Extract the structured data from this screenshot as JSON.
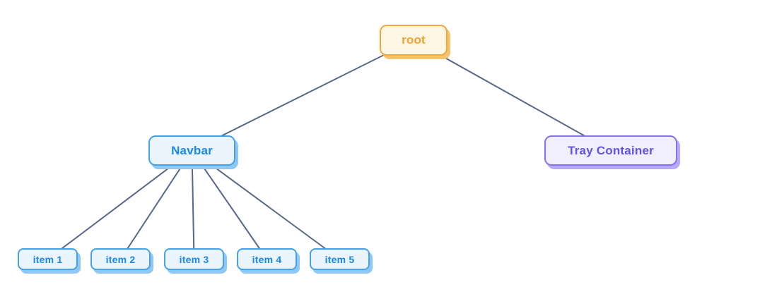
{
  "diagram": {
    "type": "tree",
    "nodes": [
      {
        "id": "root",
        "label": "root",
        "variant": "orange"
      },
      {
        "id": "navbar",
        "label": "Navbar",
        "variant": "blue"
      },
      {
        "id": "tray",
        "label": "Tray Container",
        "variant": "purple"
      },
      {
        "id": "item1",
        "label": "item 1",
        "variant": "blue"
      },
      {
        "id": "item2",
        "label": "item 2",
        "variant": "blue"
      },
      {
        "id": "item3",
        "label": "item 3",
        "variant": "blue"
      },
      {
        "id": "item4",
        "label": "item 4",
        "variant": "blue"
      },
      {
        "id": "item5",
        "label": "item 5",
        "variant": "blue"
      }
    ],
    "edges": [
      [
        "root",
        "navbar"
      ],
      [
        "root",
        "tray"
      ],
      [
        "navbar",
        "item1"
      ],
      [
        "navbar",
        "item2"
      ],
      [
        "navbar",
        "item3"
      ],
      [
        "navbar",
        "item4"
      ],
      [
        "navbar",
        "item5"
      ]
    ],
    "colors": {
      "orange": {
        "bg": "#fdf6e2",
        "border": "#f2a73e",
        "text": "#f0a331",
        "shadow": "#f6c46e"
      },
      "blue": {
        "bg": "#e9f4fd",
        "border": "#47a1ea",
        "text": "#1a87e8",
        "shadow": "#8fc7f5"
      },
      "purple": {
        "bg": "#f1effe",
        "border": "#8472ee",
        "text": "#6153e6",
        "shadow": "#b6a9f9"
      },
      "edge": "#58668a",
      "background": "#ffffff"
    }
  }
}
